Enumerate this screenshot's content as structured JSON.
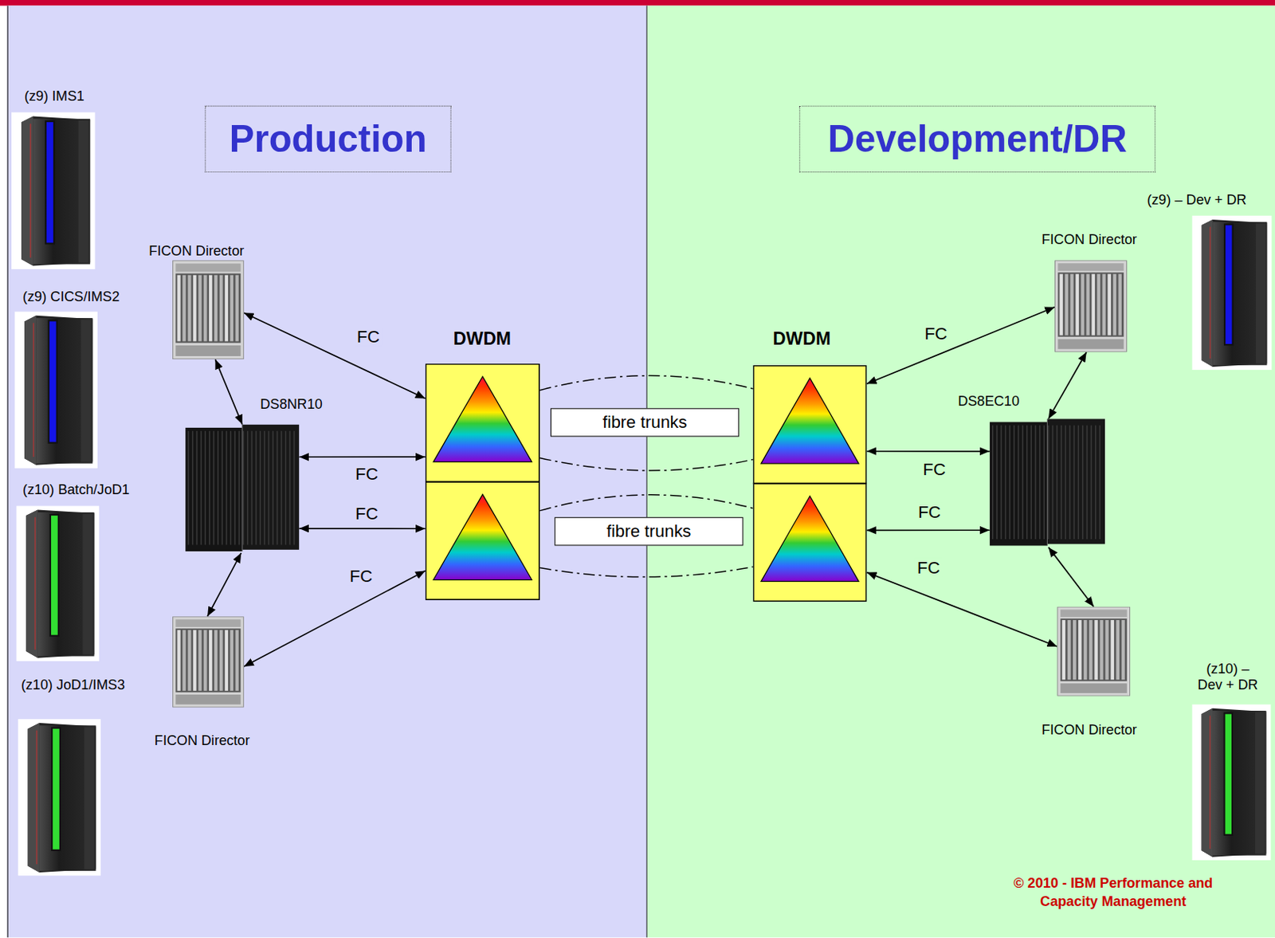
{
  "diagram": {
    "nodes": [
      {
        "text": [
          "(z9) IMS1"
        ]
      },
      {
        "text": [
          "Production"
        ]
      },
      {
        "text": [
          "Development/DR"
        ]
      },
      {
        "text": [
          "(z9) – Dev + DR"
        ]
      },
      {
        "text": [
          "FICON Director"
        ]
      },
      {
        "text": [
          "FICON Director"
        ]
      },
      {
        "text": [
          "(z9) CICS/IMS2"
        ]
      },
      {
        "text": [
          "DWDM"
        ]
      },
      {
        "text": [
          "DWDM"
        ]
      },
      {
        "text": [
          "DS8NR10"
        ]
      },
      {
        "text": [
          "DS8EC10"
        ]
      },
      {
        "text": [
          "fibre trunks"
        ]
      },
      {
        "text": [
          "fibre trunks"
        ]
      },
      {
        "text": [
          "(z10) Batch/JoD1"
        ]
      },
      {
        "text": [
          "(z10) JoD1/IMS3"
        ]
      },
      {
        "text": [
          "FICON Director"
        ]
      },
      {
        "text": [
          "FICON Director"
        ]
      },
      {
        "text": [
          "(z10) – Dev + DR"
        ]
      }
    ],
    "edges": [
      {
        "from": 4,
        "to": 7,
        "label": "FC",
        "arrow": "both"
      },
      {
        "from": 4,
        "to": 9,
        "arrow": "both"
      },
      {
        "from": 9,
        "to": 7,
        "label": "FC",
        "arrow": "both"
      },
      {
        "from": 9,
        "to": 7,
        "label": "FC",
        "arrow": "both"
      },
      {
        "from": 9,
        "to": 15,
        "arrow": "both"
      },
      {
        "from": 15,
        "to": 7,
        "label": "FC",
        "arrow": "both"
      },
      {
        "from": 8,
        "to": 5,
        "label": "FC",
        "arrow": "both"
      },
      {
        "from": 5,
        "to": 10,
        "arrow": "both"
      },
      {
        "from": 8,
        "to": 10,
        "label": "FC",
        "arrow": "both"
      },
      {
        "from": 8,
        "to": 10,
        "label": "FC",
        "arrow": "both"
      },
      {
        "from": 10,
        "to": 16,
        "arrow": "both"
      },
      {
        "from": 8,
        "to": 16,
        "label": "FC",
        "arrow": "both"
      },
      {
        "from": 7,
        "to": 8,
        "arrow": "none"
      },
      {
        "from": 7,
        "to": 8,
        "arrow": "none"
      },
      {
        "from": 7,
        "to": 8,
        "arrow": "none"
      },
      {
        "from": 7,
        "to": 8,
        "arrow": "none"
      }
    ],
    "labels": [
      "© 2010 - IBM Performance and Capacity Management"
    ]
  }
}
